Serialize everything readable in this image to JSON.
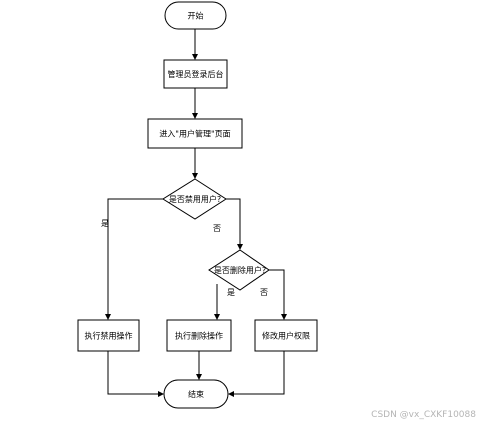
{
  "nodes": {
    "start": "开始",
    "admin_login": "管理员登录后台",
    "enter_user_page": "进入\"用户管理\"页面",
    "decision_ban": "是否禁用用户?",
    "decision_delete": "是否删除用户?",
    "do_ban": "执行禁用操作",
    "do_delete": "执行删除操作",
    "modify_perm": "修改用户权限",
    "end": "结束"
  },
  "edges": {
    "ban_yes": "是",
    "ban_no": "否",
    "delete_yes": "是",
    "delete_no": "否"
  },
  "watermark": "CSDN @vx_CXKF10088"
}
